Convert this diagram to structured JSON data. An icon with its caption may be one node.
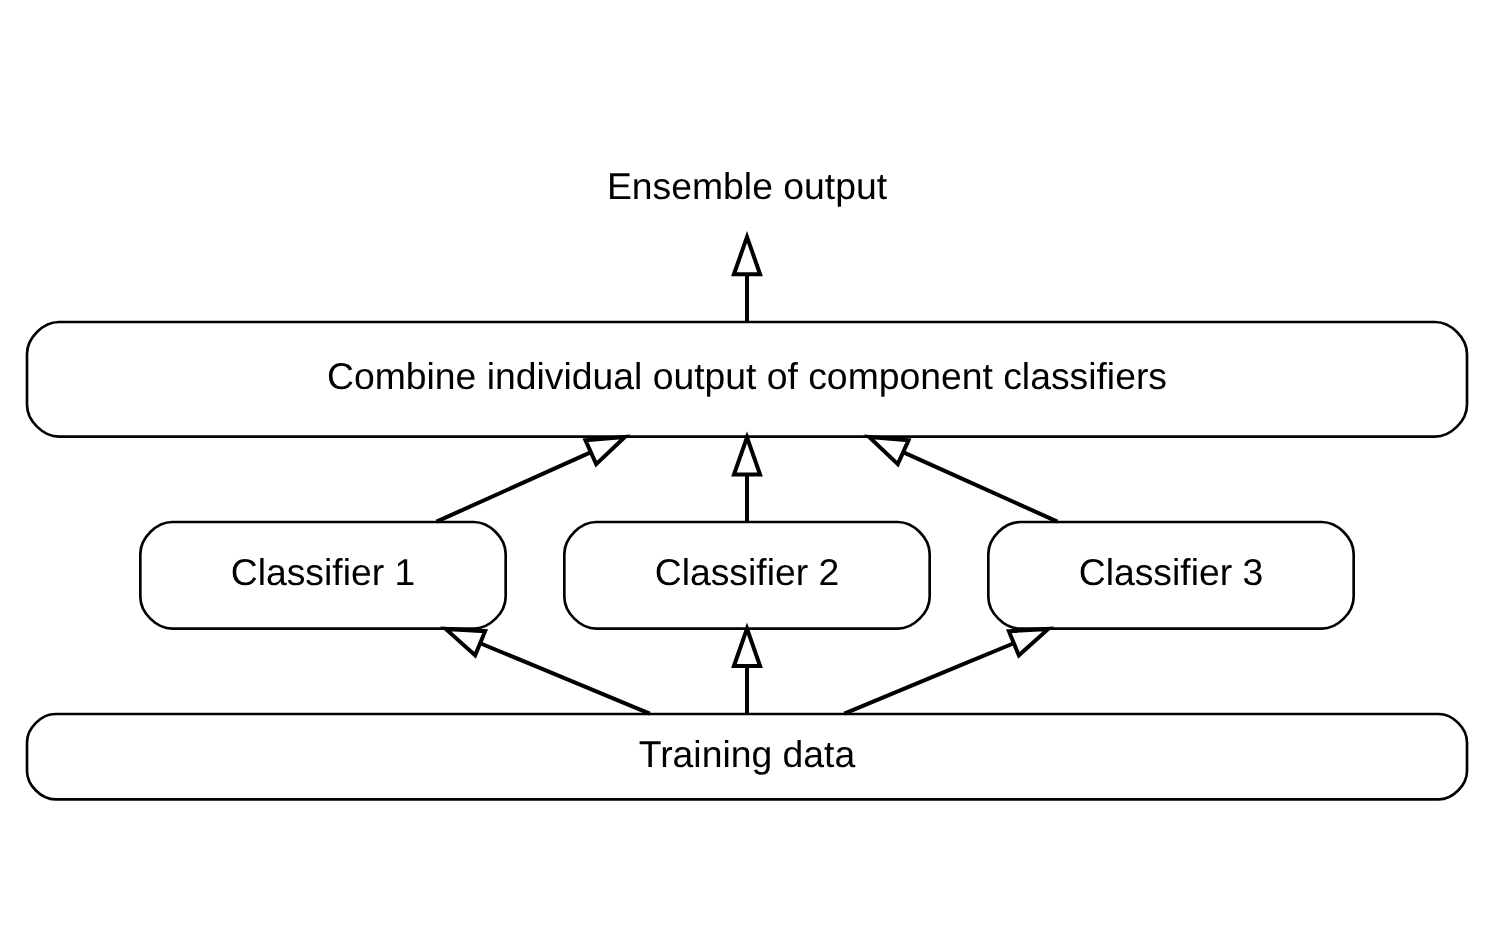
{
  "diagram": {
    "nodes": [
      {
        "text": [
          "Ensemble output"
        ]
      },
      {
        "text": [
          "Combine individual output of component classifiers"
        ]
      },
      {
        "text": [
          "Classifier 1"
        ]
      },
      {
        "text": [
          "Classifier 2"
        ]
      },
      {
        "text": [
          "Classifier 3"
        ]
      },
      {
        "text": [
          "Training data"
        ]
      }
    ],
    "edges": [
      {
        "from": 1,
        "to": 0,
        "arrow": "to"
      },
      {
        "from": 2,
        "to": 1,
        "arrow": "to"
      },
      {
        "from": 3,
        "to": 1,
        "arrow": "to"
      },
      {
        "from": 4,
        "to": 1,
        "arrow": "to"
      },
      {
        "from": 5,
        "to": 2,
        "arrow": "to"
      },
      {
        "from": 5,
        "to": 3,
        "arrow": "to"
      },
      {
        "from": 5,
        "to": 4,
        "arrow": "to"
      }
    ]
  }
}
